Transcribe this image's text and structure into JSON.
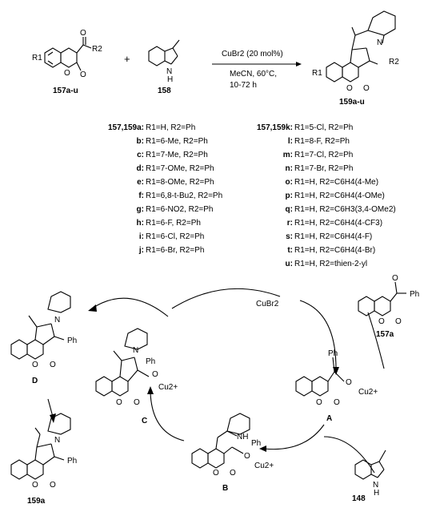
{
  "reaction": {
    "conditions": [
      "CuBr2 (20 mol%)",
      "MeCN, 60°C,",
      "10-72 h"
    ],
    "plus": "+",
    "reactant1": {
      "id": "157a-u",
      "labels": [
        "R1",
        "R2",
        "O"
      ]
    },
    "reactant2": {
      "id": "158",
      "labels": [
        "N",
        "H"
      ]
    },
    "product": {
      "id": "159a-u",
      "labels": [
        "R1",
        "R2",
        "N",
        "O"
      ]
    }
  },
  "substituents_left": [
    {
      "id": "157,159a:",
      "text": "R1=H, R2=Ph"
    },
    {
      "id": "b:",
      "text": "R1=6-Me, R2=Ph"
    },
    {
      "id": "c:",
      "text": "R1=7-Me, R2=Ph"
    },
    {
      "id": "d:",
      "text": "R1=7-OMe, R2=Ph"
    },
    {
      "id": "e:",
      "text": "R1=8-OMe, R2=Ph"
    },
    {
      "id": "f:",
      "text": "R1=6,8-t-Bu2, R2=Ph"
    },
    {
      "id": "g:",
      "text": "R1=6-NO2, R2=Ph"
    },
    {
      "id": "h:",
      "text": "R1=6-F, R2=Ph"
    },
    {
      "id": "i:",
      "text": "R1=6-Cl, R2=Ph"
    },
    {
      "id": "j:",
      "text": "R1=6-Br, R2=Ph"
    }
  ],
  "substituents_right": [
    {
      "id": "157,159k:",
      "text": "R1=5-Cl, R2=Ph"
    },
    {
      "id": "l:",
      "text": "R1=8-F, R2=Ph"
    },
    {
      "id": "m:",
      "text": "R1=7-Cl, R2=Ph"
    },
    {
      "id": "n:",
      "text": "R1=7-Br, R2=Ph"
    },
    {
      "id": "o:",
      "text": "R1=H, R2=C6H4(4-Me)"
    },
    {
      "id": "p:",
      "text": "R1=H, R2=C6H4(4-OMe)"
    },
    {
      "id": "q:",
      "text": "R1=H, R2=C6H3(3,4-OMe2)"
    },
    {
      "id": "r:",
      "text": "R1=H, R2=C6H4(4-CF3)"
    },
    {
      "id": "s:",
      "text": "R1=H, R2=C6H4(4-F)"
    },
    {
      "id": "t:",
      "text": "R1=H, R2=C6H4(4-Br)"
    },
    {
      "id": "u:",
      "text": "R1=H, R2=thien-2-yl"
    }
  ],
  "mechanism": {
    "catalyst": "CuBr2",
    "cu": "Cu2+",
    "ph": "Ph",
    "o": "O",
    "n": "N",
    "nh": "NH",
    "start": "157a",
    "indole": "148",
    "product": "159a",
    "intermediates": [
      "A",
      "B",
      "C",
      "D"
    ]
  }
}
